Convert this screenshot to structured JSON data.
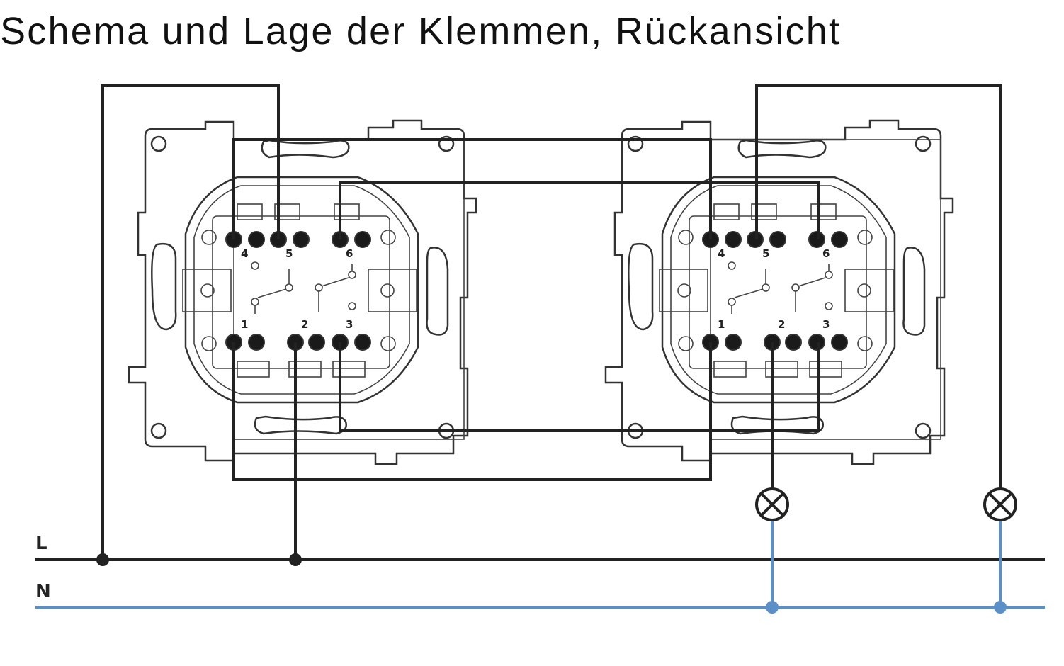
{
  "title": "Schema und Lage der Klemmen, Rückansicht",
  "lines": {
    "L": "L",
    "N": "N"
  },
  "switches": [
    {
      "terminals": {
        "t1": "1",
        "t2": "2",
        "t3": "3",
        "t4": "4",
        "t5": "5",
        "t6": "6"
      }
    },
    {
      "terminals": {
        "t1": "1",
        "t2": "2",
        "t3": "3",
        "t4": "4",
        "t5": "5",
        "t6": "6"
      }
    }
  ],
  "colors": {
    "phase": "#222222",
    "neutral": "#5b8fc7"
  }
}
